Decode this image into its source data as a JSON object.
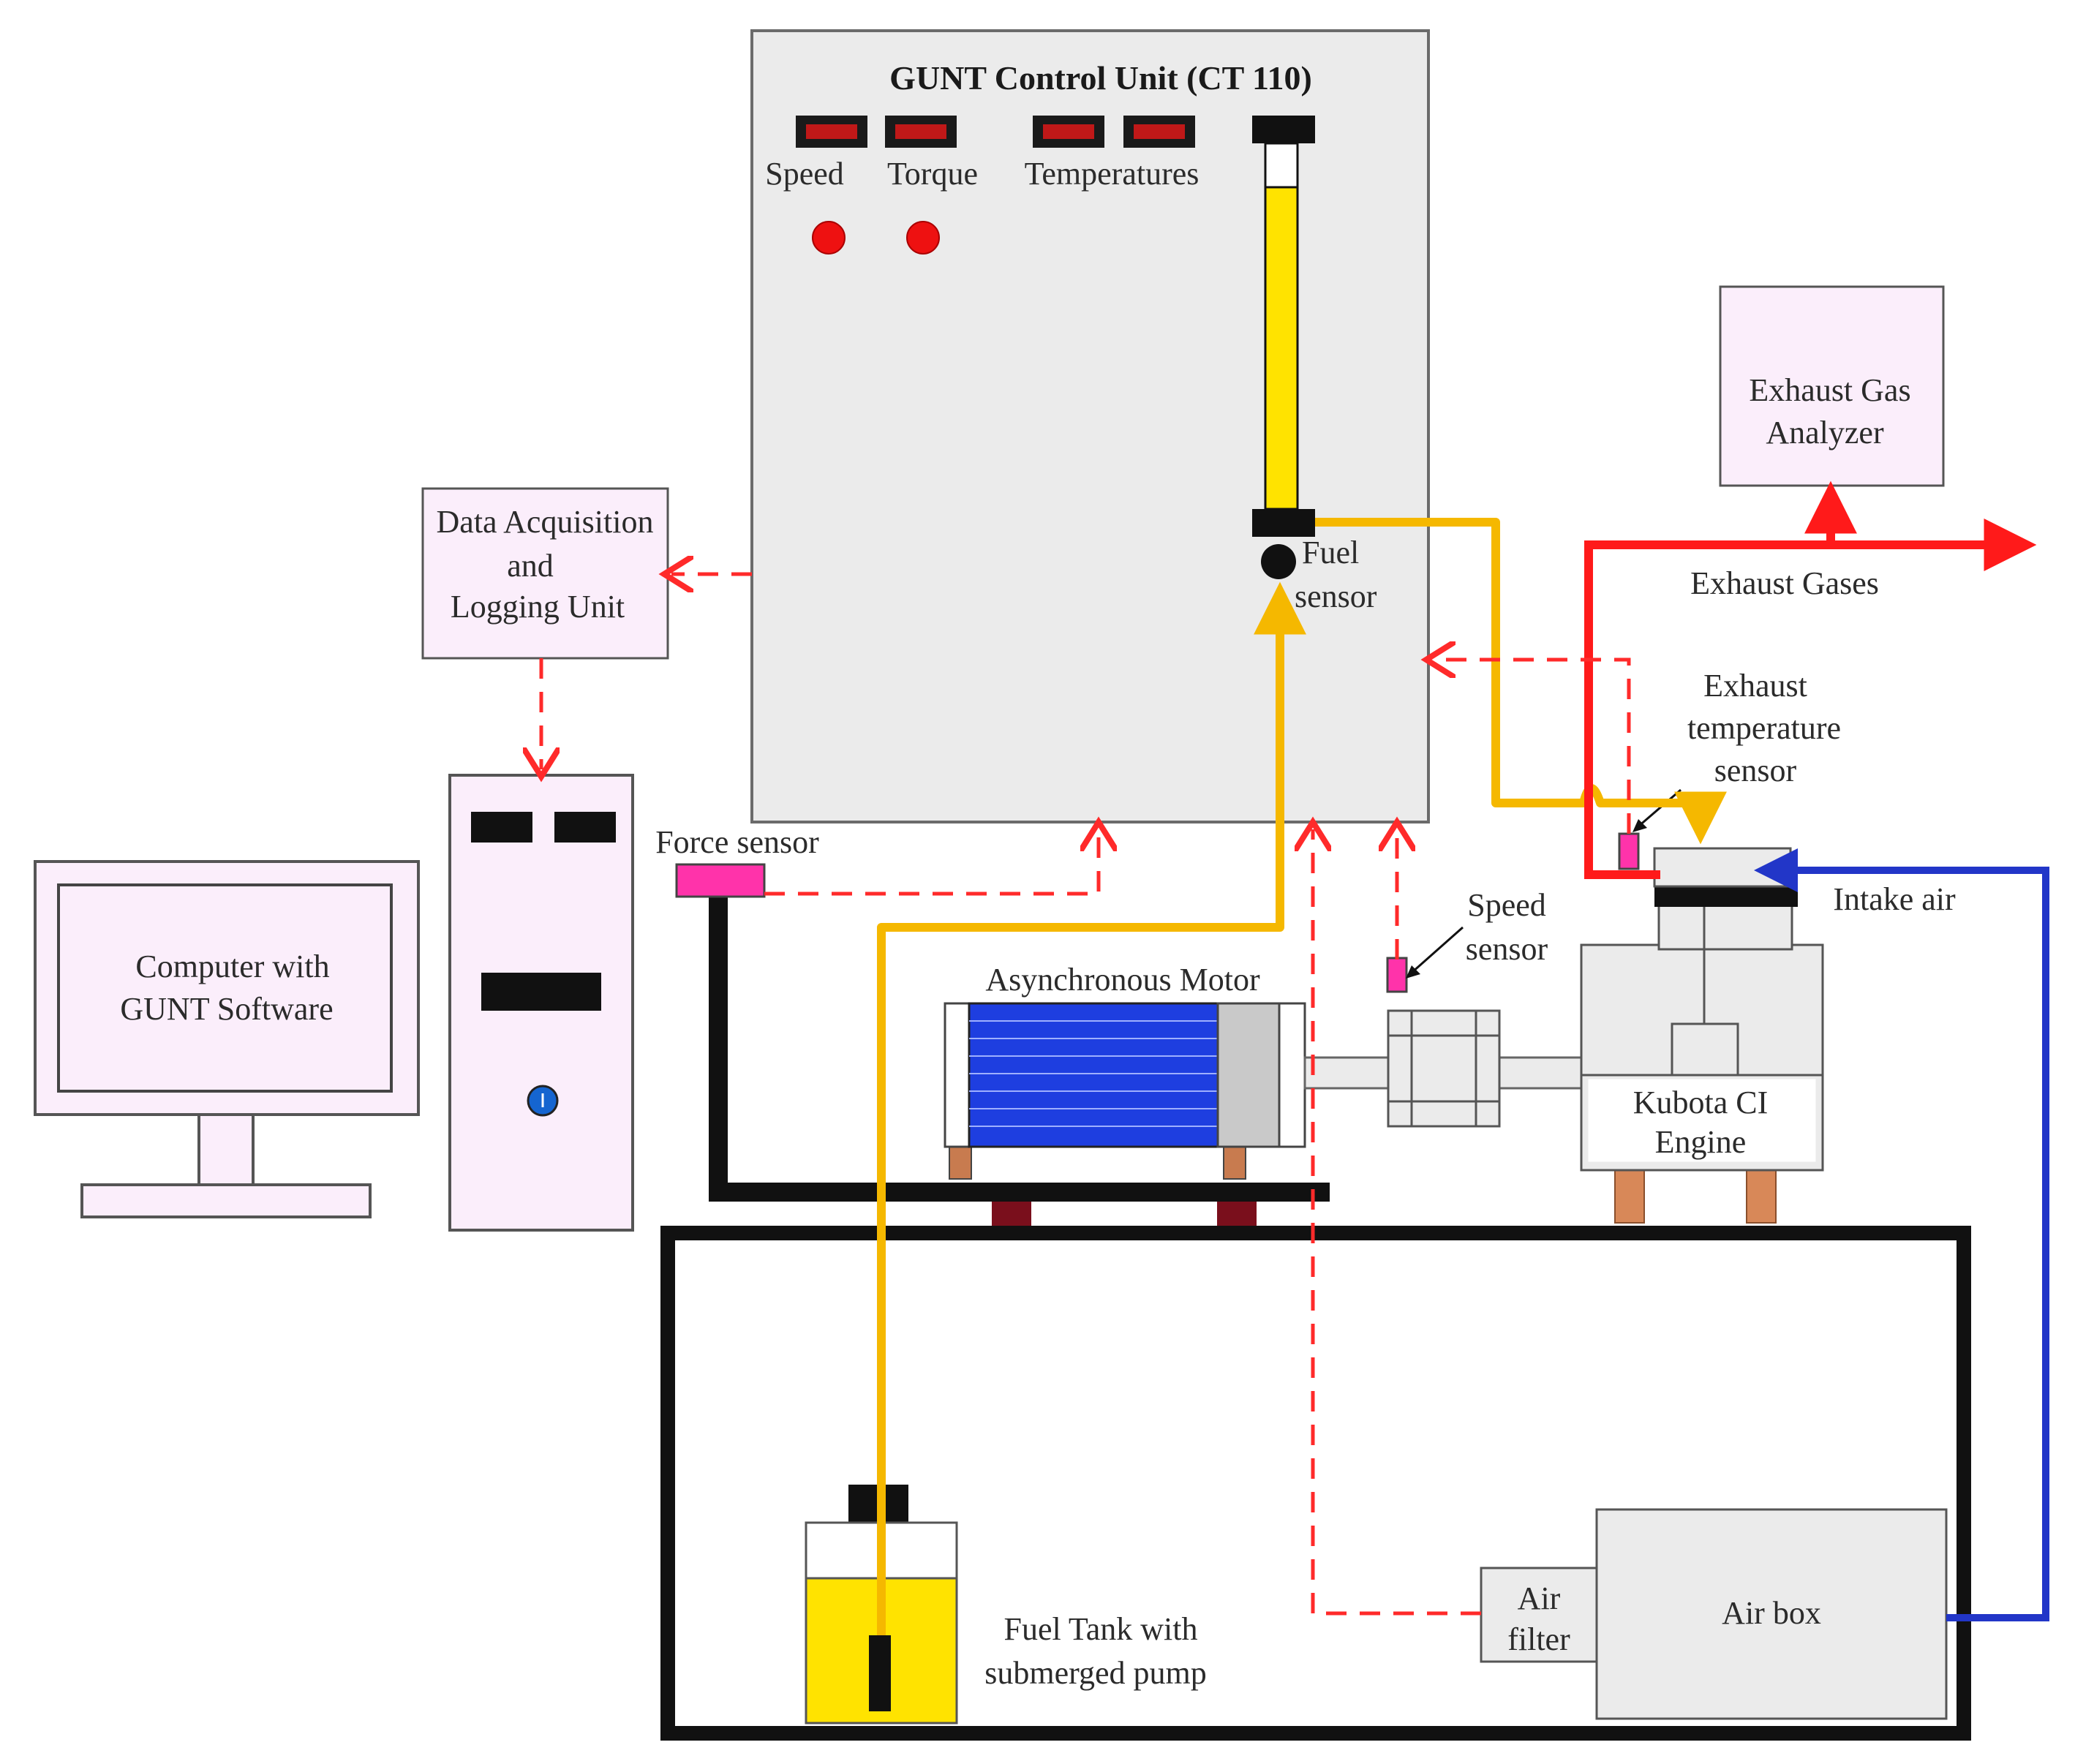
{
  "control_unit": {
    "title": "GUNT Control Unit (CT 110)",
    "labels": {
      "speed": "Speed",
      "torque": "Torque",
      "temperatures": "Temperatures"
    },
    "fuel_sensor": [
      "Fuel",
      "sensor"
    ]
  },
  "data_acquisition": [
    "Data Acquisition",
    "and",
    "Logging Unit"
  ],
  "computer": [
    "Computer with",
    "GUNT Software"
  ],
  "exhaust_analyzer": [
    "Exhaust Gas",
    "Analyzer"
  ],
  "exhaust_gases": "Exhaust Gases",
  "exhaust_temp_sensor": [
    "Exhaust",
    "temperature",
    "sensor"
  ],
  "intake_air": "Intake air",
  "force_sensor": "Force sensor",
  "speed_sensor": [
    "Speed",
    "sensor"
  ],
  "motor": "Asynchronous Motor",
  "engine": [
    "Kubota CI",
    "Engine"
  ],
  "fuel_tank": [
    "Fuel Tank with",
    "submerged pump"
  ],
  "air_filter": [
    "Air",
    "filter"
  ],
  "air_box": "Air box",
  "colors": {
    "fuel_line": "#f5b800",
    "exhaust_line": "#ff1a1a",
    "signal_line": "#ff2a2a",
    "intake_line": "#2236c8",
    "panel_fill": "#ebebeb",
    "box_fill": "#fbeefb",
    "sensor_fill": "#ff33aa"
  }
}
